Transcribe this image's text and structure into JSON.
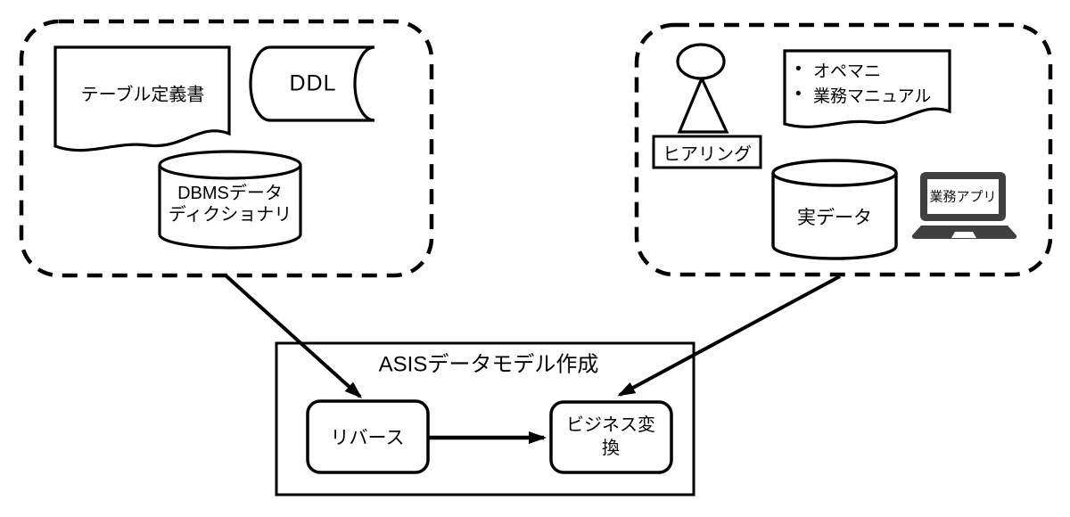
{
  "left_group": {
    "table_definition_label": "テーブル定義書",
    "ddl_label": "DDL",
    "dbms_dictionary_label": "DBMSデータ\nディクショナリ"
  },
  "right_group": {
    "hearing_label": "ヒアリング",
    "manuals": {
      "bullet": "•",
      "items": [
        "オペマニ",
        "業務マニュアル"
      ]
    },
    "real_data_label": "実データ",
    "business_app_label": "業務アプリ"
  },
  "process_box": {
    "title": "ASISデータモデル作成",
    "reverse_label": "リバース",
    "business_conversion_label": "ビジネス変換"
  },
  "colors": {
    "stroke": "#000000",
    "laptop_gray": "#404040",
    "background": "#ffffff"
  }
}
